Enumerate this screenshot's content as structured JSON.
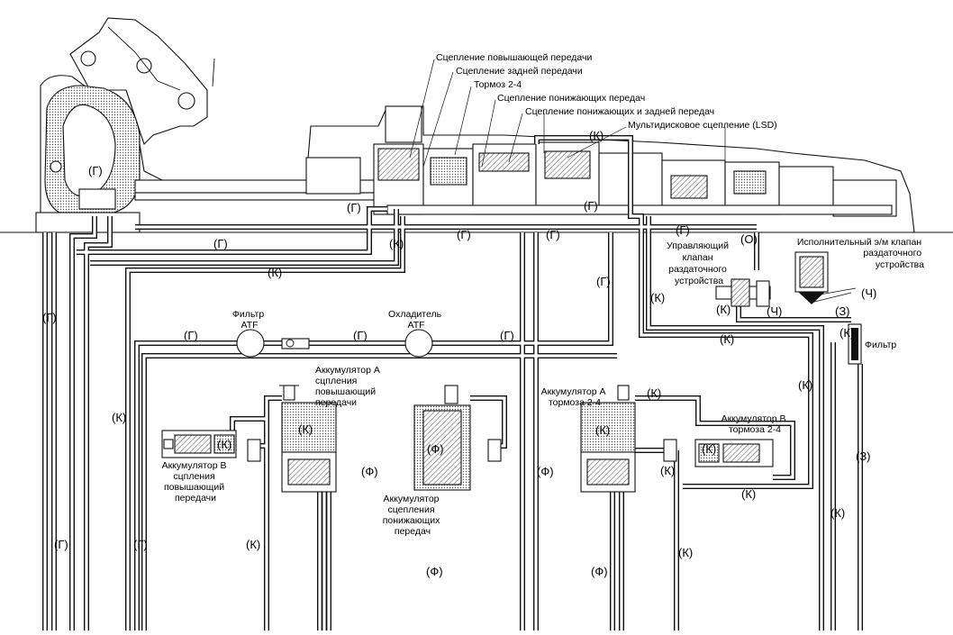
{
  "components": {
    "upshift_clutch": "Сцепление повышающей передачи",
    "reverse_clutch": "Сцепление задней передачи",
    "brake_2_4": "Тормоз 2-4",
    "low_clutch": "Сцепление понижающих передач",
    "low_reverse_clutch": "Сцепление понижающих и задней передач",
    "lsd_clutch": "Мультидисковое сцепление (LSD)",
    "transfer_control_valve": [
      "Управляющий",
      "клапан",
      "раздаточного",
      "устройства"
    ],
    "transfer_solenoid": [
      "Исполнительный э/м клапан",
      "раздаточного",
      "устройства"
    ],
    "filter_right": "Фильтр",
    "atf_filter": [
      "Фильтр",
      "ATF"
    ],
    "atf_cooler": [
      "Охладитель",
      "ATF"
    ],
    "acc_a_upshift": [
      "Аккумулятор А",
      "сцпления",
      "повышающий",
      "передачи"
    ],
    "acc_b_upshift": [
      "Аккумулятор В",
      "сцпления",
      "повышающий",
      "передачи"
    ],
    "acc_low_clutch": [
      "Аккумулятор",
      "сцепления",
      "понижающих",
      "передач"
    ],
    "acc_a_brake": [
      "Аккумулятор А",
      "тормоза 2-4"
    ],
    "acc_b_brake": [
      "Аккумулятор В",
      "тормоза 2-4"
    ]
  },
  "markers": {
    "G": "(Г)",
    "K": "(К)",
    "F": "(Ф)",
    "Z": "(З)",
    "CH": "(Ч)",
    "O": "(О)"
  },
  "colors": {
    "line": "#111111",
    "hatch": "#777777",
    "background": "#ffffff"
  }
}
